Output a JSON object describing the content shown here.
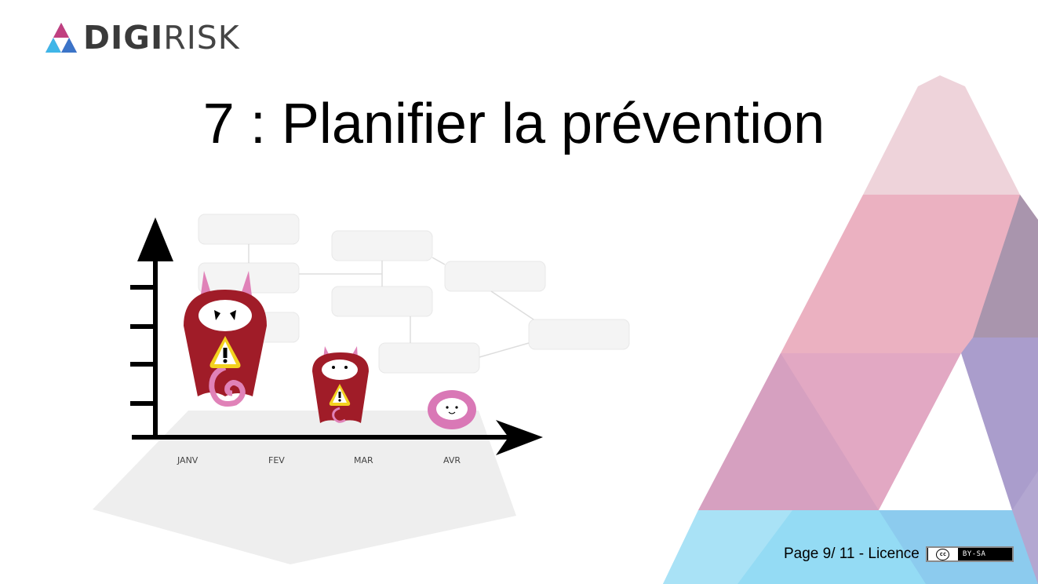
{
  "logo": {
    "bold": "DIGI",
    "light": "RISK"
  },
  "title": "7 : Planifier la prévention",
  "months": [
    "JANV",
    "FEV",
    "MAR",
    "AVR"
  ],
  "footer": {
    "page_text": "Page 9/ 11 - Licence",
    "license_badge": "BY-SA",
    "cc_mark": "cc"
  },
  "colors": {
    "monster": "#a01c28",
    "monster_horn": "#e082b8",
    "pink_blob": "#d978b6",
    "warning": "#f3d21f",
    "triangle_pink": "#e8a6ba",
    "triangle_purple": "#a993c4",
    "triangle_blue": "#8fd6f2"
  },
  "icons": [
    "logo-triangle-icon",
    "warning-icon",
    "monster-large",
    "monster-medium",
    "monster-small",
    "axis-arrow-icon"
  ]
}
